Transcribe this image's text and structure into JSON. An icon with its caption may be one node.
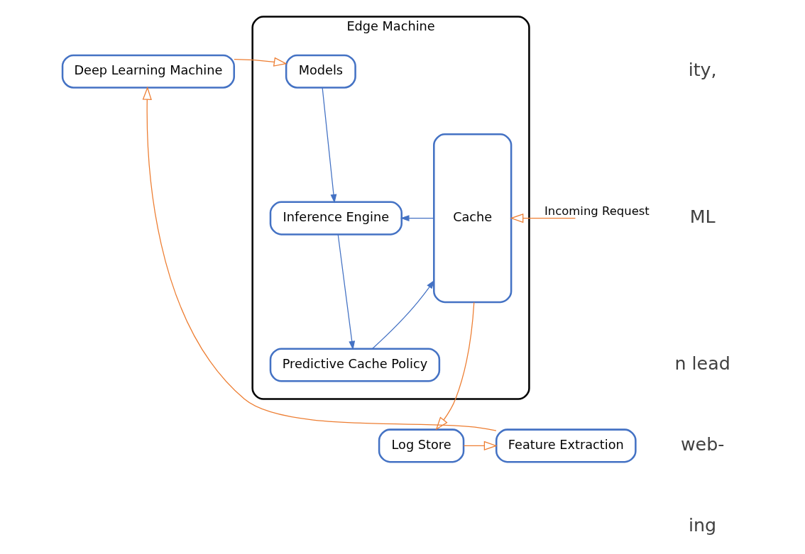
{
  "diagram": {
    "nodes": [
      {
        "text": [
          "Edge Machine"
        ]
      },
      {
        "text": [
          "Cache"
        ],
        "in": 0
      },
      {
        "text": [
          "Models"
        ],
        "in": 0
      },
      {
        "text": [
          "Inference Engine"
        ],
        "in": 0
      },
      {
        "text": [
          "Predictive Cache Policy"
        ],
        "in": 0
      },
      {
        "text": [
          "Deep Learning Machine"
        ]
      },
      {
        "text": [
          "Log Store"
        ]
      },
      {
        "text": [
          "Feature Extraction"
        ]
      }
    ],
    "edges": [
      {
        "from": null,
        "to": 1,
        "arrow": "to",
        "label": "Incoming Request",
        "color": "#ed7d31"
      },
      {
        "from": 5,
        "to": 2,
        "arrow": "to",
        "color": "#ed7d31"
      },
      {
        "from": 2,
        "to": 3,
        "arrow": "to",
        "color": "#4472c4"
      },
      {
        "from": 1,
        "to": 3,
        "arrow": "to",
        "color": "#4472c4"
      },
      {
        "from": 3,
        "to": 4,
        "arrow": "to",
        "color": "#4472c4"
      },
      {
        "from": 4,
        "to": 1,
        "arrow": "to",
        "color": "#4472c4"
      },
      {
        "from": 1,
        "to": 6,
        "arrow": "to",
        "color": "#ed7d31"
      },
      {
        "from": 6,
        "to": 7,
        "arrow": "to",
        "color": "#ed7d31"
      },
      {
        "from": 7,
        "to": 5,
        "arrow": "to",
        "color": "#ed7d31"
      }
    ],
    "labels": [
      "ity,",
      "ML",
      "n lead",
      "web-",
      "ing"
    ]
  }
}
